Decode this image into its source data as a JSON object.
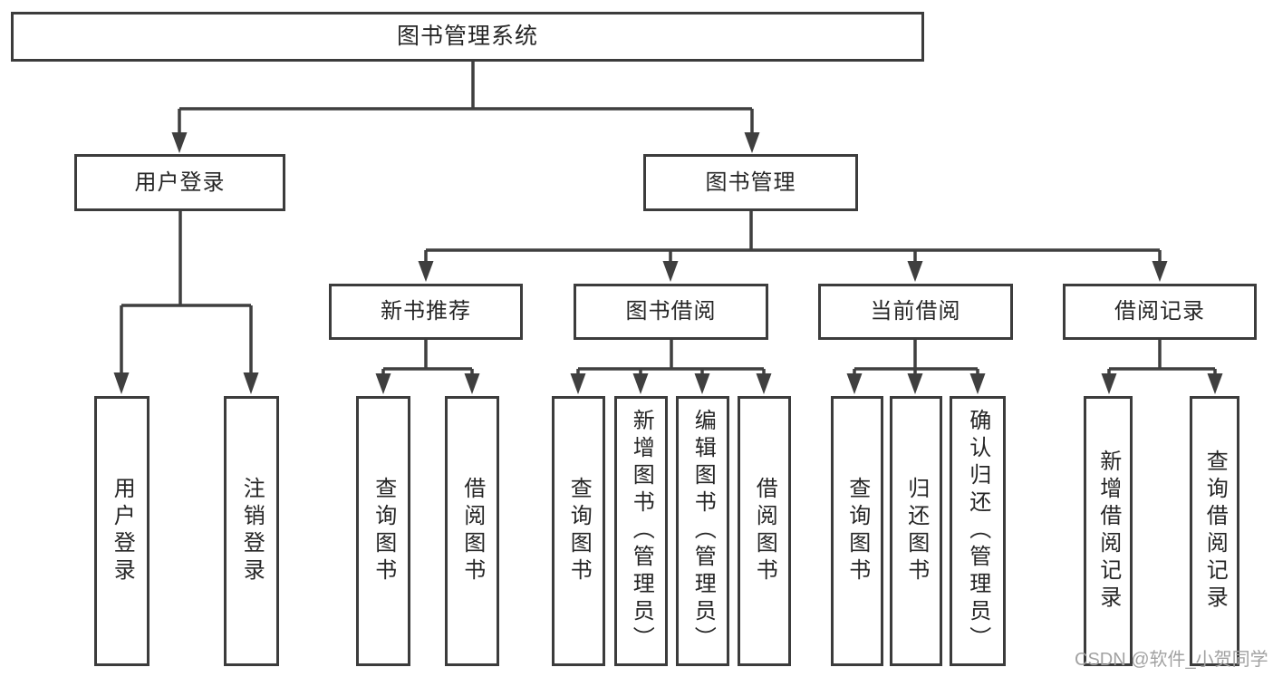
{
  "diagram_type": "function-tree",
  "root": {
    "label": "图书管理系统",
    "children": [
      {
        "label": "用户登录",
        "children": [
          {
            "label": "用户登录"
          },
          {
            "label": "注销登录"
          }
        ]
      },
      {
        "label": "图书管理",
        "children": [
          {
            "label": "新书推荐",
            "children": [
              {
                "label": "查询图书"
              },
              {
                "label": "借阅图书"
              }
            ]
          },
          {
            "label": "图书借阅",
            "children": [
              {
                "label": "查询图书"
              },
              {
                "label": "新增图书（管理员）"
              },
              {
                "label": "编辑图书（管理员）"
              },
              {
                "label": "借阅图书"
              }
            ]
          },
          {
            "label": "当前借阅",
            "children": [
              {
                "label": "查询图书"
              },
              {
                "label": "归还图书"
              },
              {
                "label": "确认归还（管理员）"
              }
            ]
          },
          {
            "label": "借阅记录",
            "children": [
              {
                "label": "新增借阅记录"
              },
              {
                "label": "查询借阅记录"
              }
            ]
          }
        ]
      }
    ]
  },
  "watermark": "CSDN @软件_小贺同学",
  "colors": {
    "background": "#ffffff",
    "box_border": "#3c3c3c",
    "connector": "#3f3f3f",
    "text": "#262626",
    "watermark": "#a2a2a2"
  }
}
